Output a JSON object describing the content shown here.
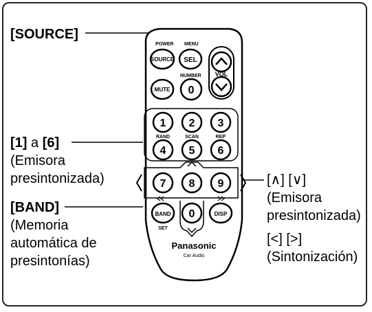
{
  "labels": {
    "source": "[SOURCE]",
    "presets": {
      "k1": "[1]",
      "a": " a ",
      "k6": "[6]",
      "line2": "(Emisora",
      "line3": "presintonizada)"
    },
    "band": {
      "key": "[BAND]",
      "line2": "(Memoria",
      "line3": "automática de",
      "line4": "presintonías)"
    },
    "updown": {
      "keys": "[∧] [∨]",
      "line2": "(Emisora",
      "line3": "presintonizada)"
    },
    "leftright": {
      "keys": "[<] [>]",
      "line2": "(Sintonización)"
    }
  },
  "remote": {
    "top_labels": {
      "power": "POWER",
      "menu": "MENU",
      "number": "NUMBER"
    },
    "buttons": {
      "source": "SOURCE",
      "sel": "SEL",
      "mute": "MUTE",
      "zero_top": "0",
      "vol": "VOL",
      "band": "BAND",
      "disp": "DISP",
      "zero_bottom": "0"
    },
    "digits": [
      "1",
      "2",
      "3",
      "4",
      "5",
      "6",
      "7",
      "8",
      "9"
    ],
    "small_labels": {
      "rand": "RAND",
      "scan": "SCAN",
      "rep": "REP",
      "set": "SET"
    },
    "brand": "Panasonic",
    "sub_brand": "Car Audio"
  },
  "colors": {
    "ink": "#000000",
    "frame": "#222222",
    "background": "#ffffff"
  }
}
